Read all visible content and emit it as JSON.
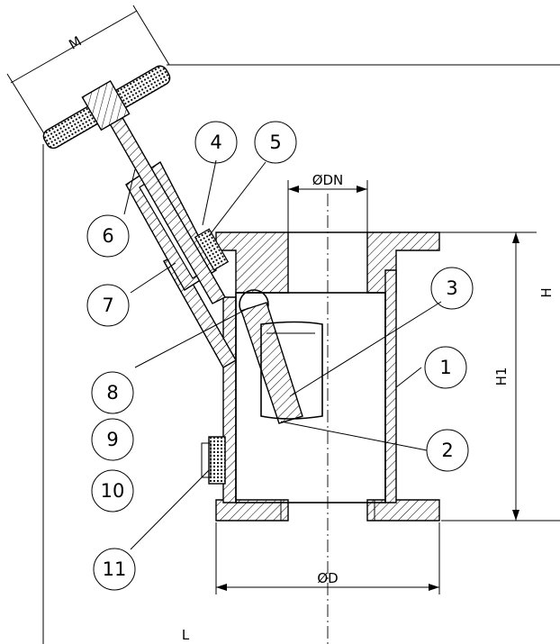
{
  "dimensions": {
    "handwheel_diameter": "M",
    "nominal_bore": "ØDN",
    "flange_diameter": "ØD",
    "overall_height": "H",
    "body_height": "H1",
    "length": "L"
  },
  "callouts": [
    {
      "number": "1"
    },
    {
      "number": "2"
    },
    {
      "number": "3"
    },
    {
      "number": "4"
    },
    {
      "number": "5"
    },
    {
      "number": "6"
    },
    {
      "number": "7"
    },
    {
      "number": "8"
    },
    {
      "number": "9"
    },
    {
      "number": "10"
    },
    {
      "number": "11"
    }
  ],
  "colors": {
    "line": "#000000",
    "background": "#ffffff"
  }
}
